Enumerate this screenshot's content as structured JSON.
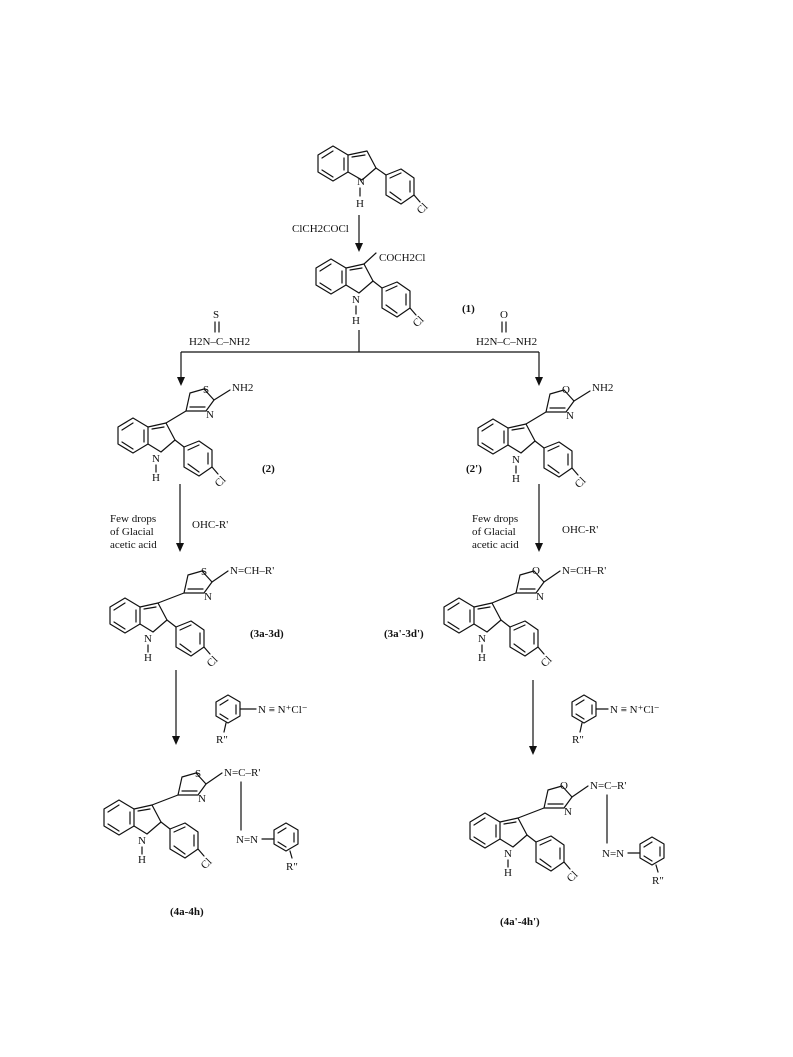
{
  "reagents": {
    "chloroacetyl": "ClCH2COCl",
    "thiourea_s": "S",
    "thiourea": "H2N–C–NH2",
    "urea_o": "O",
    "urea": "H2N–C–NH2",
    "few_drops_1": "Few  drops",
    "few_drops_2": "of Glacial",
    "few_drops_3": "acetic acid",
    "aldehyde": "OHC-R'",
    "diazonium": "N ≡ N⁺Cl⁻",
    "diazonium_r": "R\""
  },
  "atoms": {
    "n": "N",
    "h": "H",
    "cl": "Cl",
    "s": "S",
    "o": "O",
    "nh2": "NH2",
    "coch2cl": "COCH2Cl",
    "imine": "N=CH–R'",
    "azo_imine": "N=C–R'",
    "azo": "N=N",
    "r2": "R\""
  },
  "compounds": {
    "c1": "(1)",
    "c2": "(2)",
    "c2p": "(2')",
    "c3": "(3a-3d)",
    "c3p": "(3a'-3d')",
    "c4": "(4a-4h)",
    "c4p": "(4a'-4h')"
  }
}
